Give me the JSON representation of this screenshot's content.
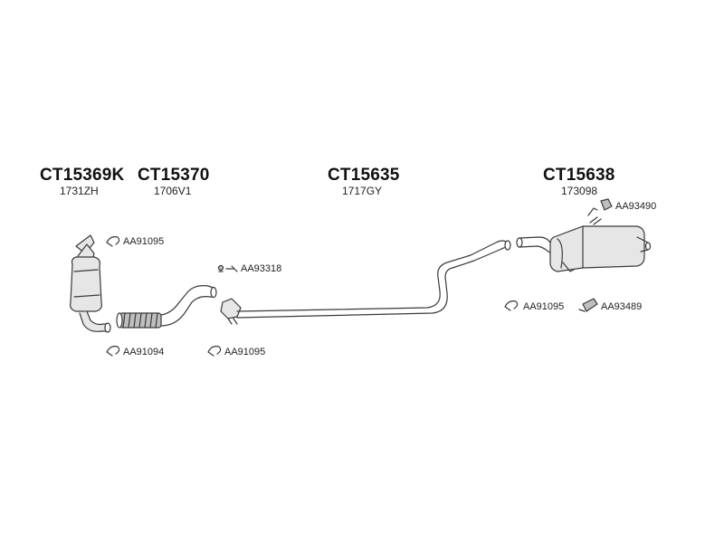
{
  "parts": {
    "catalytic_converter": {
      "part_no": "CT15369K",
      "sub_no": "1731ZH"
    },
    "front_pipe": {
      "part_no": "CT15370",
      "sub_no": "1706V1"
    },
    "middle_pipe": {
      "part_no": "CT15635",
      "sub_no": "1717GY"
    },
    "rear_muffler": {
      "part_no": "CT15638",
      "sub_no": "173098"
    }
  },
  "accessories": {
    "clamp_catalyst_top": "AA91095",
    "clamp_catalyst_lower": "AA91094",
    "clamp_front_pipe": "AA91095",
    "bolt_kit": "AA93318",
    "rubber_mount": "AA93490",
    "clamp_rear": "AA91095",
    "fixing_kit_rear": "AA93489"
  },
  "colors": {
    "line": "#3a3a3a",
    "fill": "#e6e6e6",
    "fill_dark": "#bfbfbf"
  }
}
